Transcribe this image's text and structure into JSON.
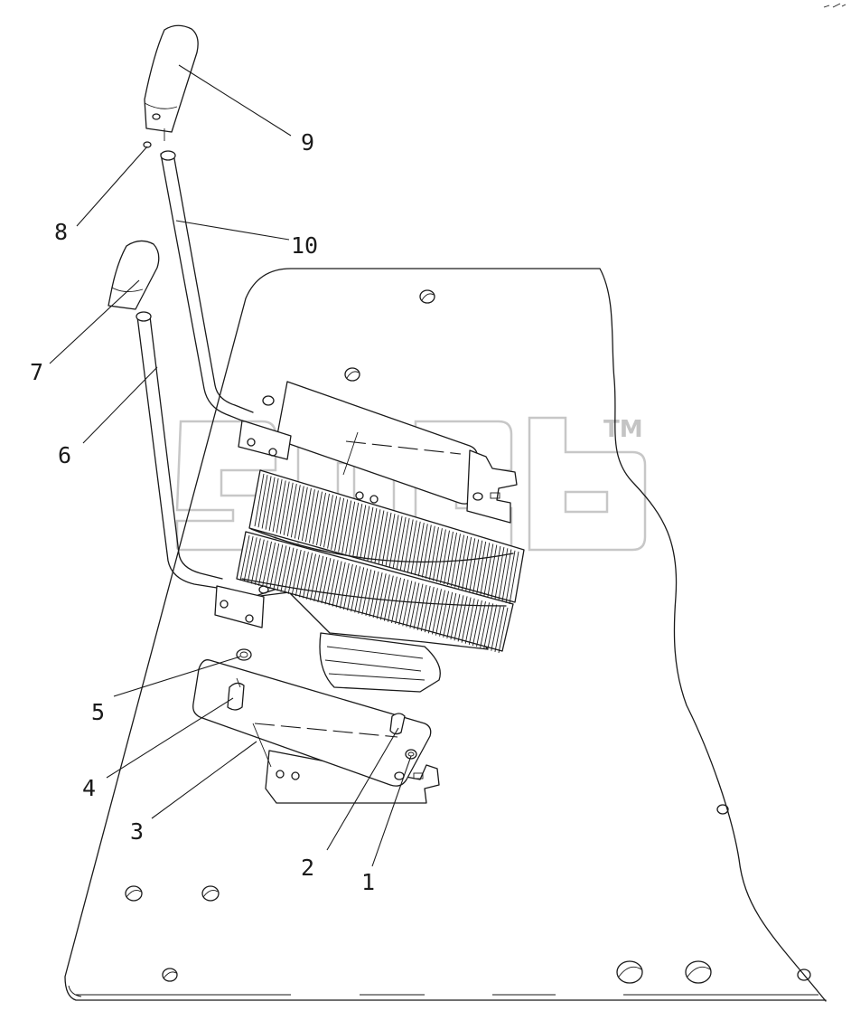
{
  "callouts": [
    {
      "id": "1",
      "label": "1"
    },
    {
      "id": "2",
      "label": "2"
    },
    {
      "id": "3",
      "label": "3"
    },
    {
      "id": "4",
      "label": "4"
    },
    {
      "id": "5",
      "label": "5"
    },
    {
      "id": "6",
      "label": "6"
    },
    {
      "id": "7",
      "label": "7"
    },
    {
      "id": "8",
      "label": "8"
    },
    {
      "id": "9",
      "label": "9"
    },
    {
      "id": "10",
      "label": "10"
    }
  ],
  "watermark": {
    "trademark": "TM"
  }
}
